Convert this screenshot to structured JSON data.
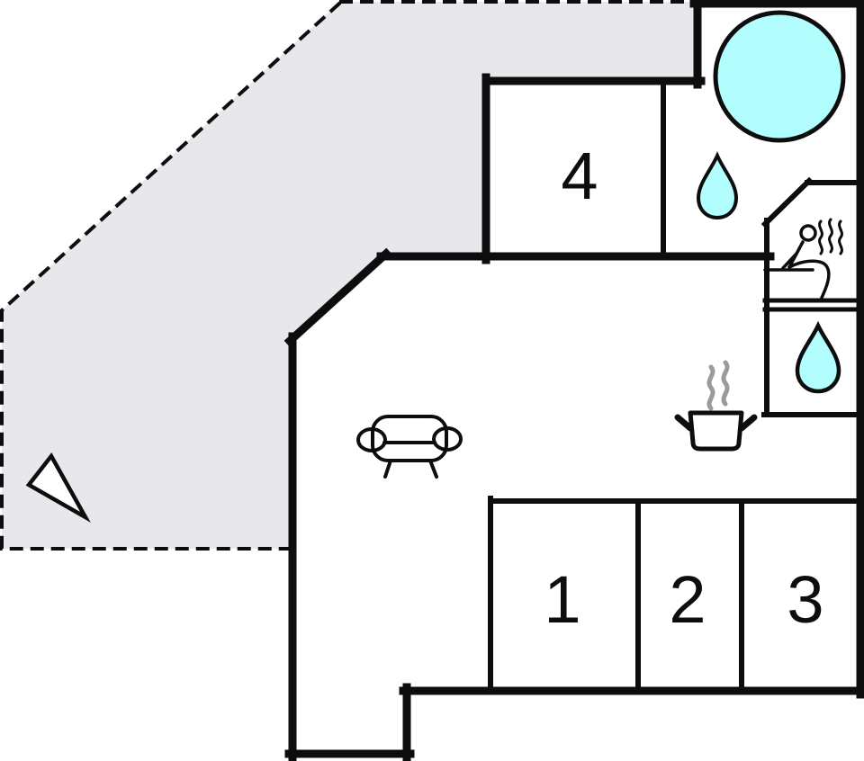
{
  "colors": {
    "wall": "#0d0d0d",
    "terrace": "#e7e7ec",
    "water": "#b2fdfd",
    "steam": "#9b9b9b",
    "background": "#ffffff"
  },
  "rooms": [
    {
      "id": "1",
      "label": "1"
    },
    {
      "id": "2",
      "label": "2"
    },
    {
      "id": "3",
      "label": "3"
    },
    {
      "id": "4",
      "label": "4"
    }
  ],
  "features": {
    "terrace": "terrace-area",
    "hot_tub": "hot-tub-icon",
    "bathroom_top_drop": "water-drop-icon",
    "sauna": "sauna-icon",
    "bathroom_mid_drop": "water-drop-icon",
    "living_sofa": "sofa-icon",
    "kitchen_pot": "cooking-pot-icon",
    "orientation": "north-arrow-icon"
  }
}
